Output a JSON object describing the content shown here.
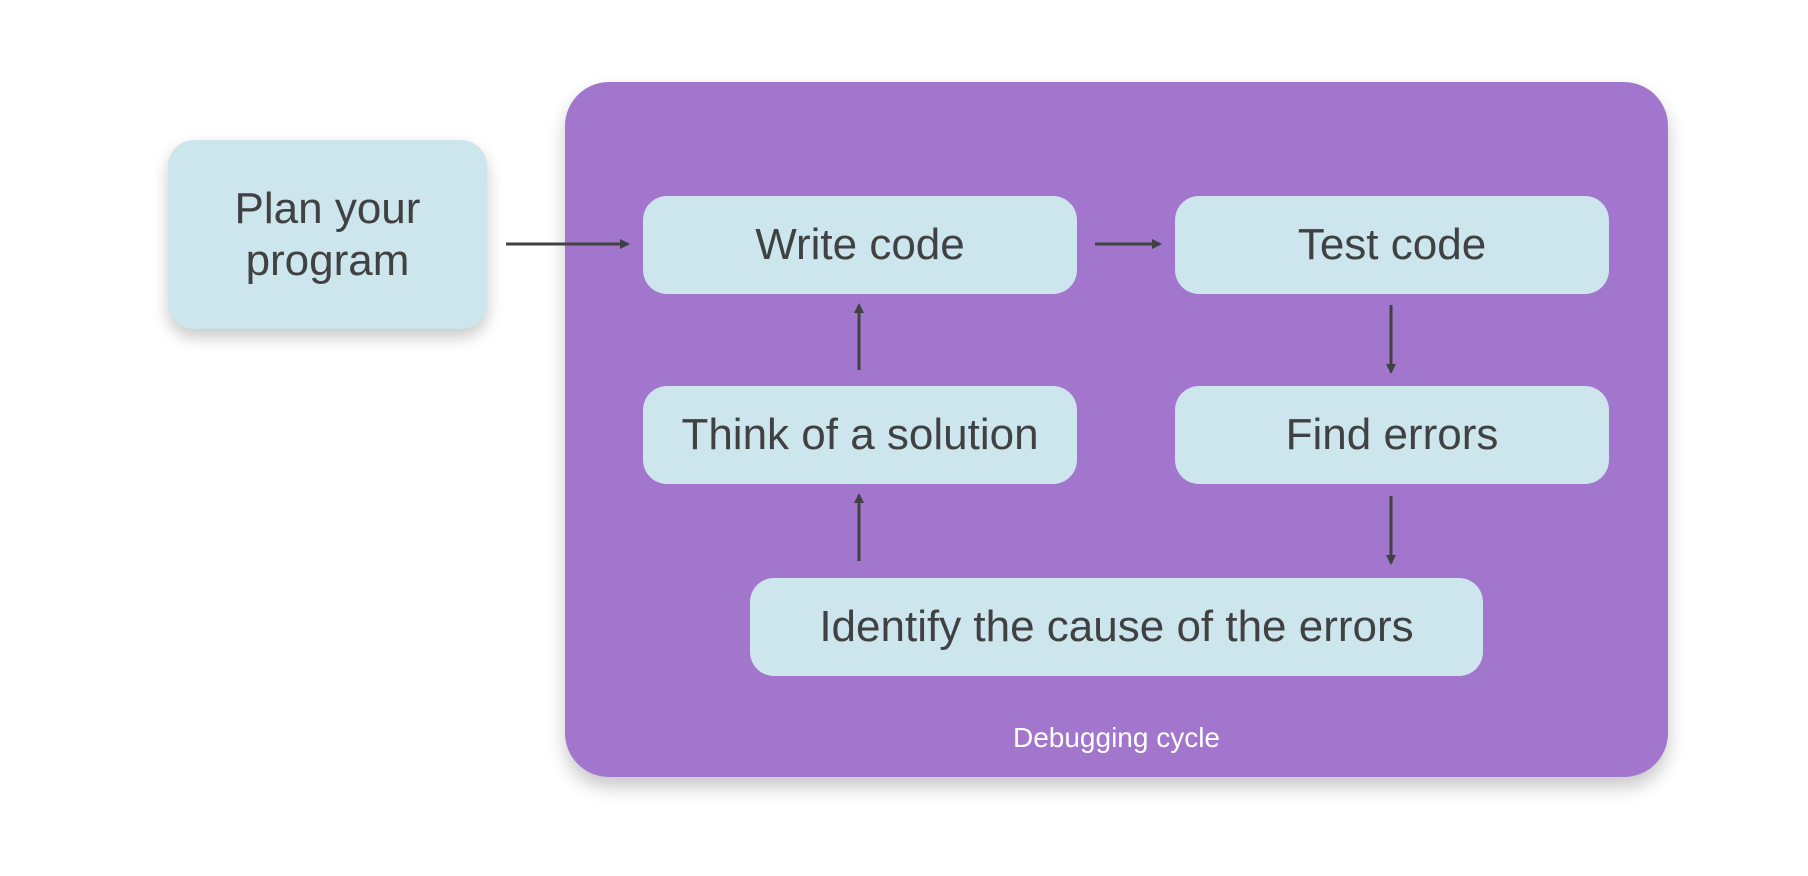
{
  "colors": {
    "panel": "#a276cd",
    "node_fill": "#cde5ec",
    "arrow": "#3f4142",
    "text": "#3f4142",
    "panel_label": "#ffffff"
  },
  "nodes": {
    "plan": "Plan your\nprogram",
    "write": "Write code",
    "test": "Test code",
    "think": "Think of a solution",
    "find": "Find errors",
    "identify": "Identify the cause of the errors"
  },
  "cycle_label": "Debugging cycle",
  "edges": [
    {
      "from": "plan",
      "to": "write"
    },
    {
      "from": "write",
      "to": "test"
    },
    {
      "from": "test",
      "to": "find"
    },
    {
      "from": "find",
      "to": "identify"
    },
    {
      "from": "identify",
      "to": "think"
    },
    {
      "from": "think",
      "to": "write"
    }
  ]
}
